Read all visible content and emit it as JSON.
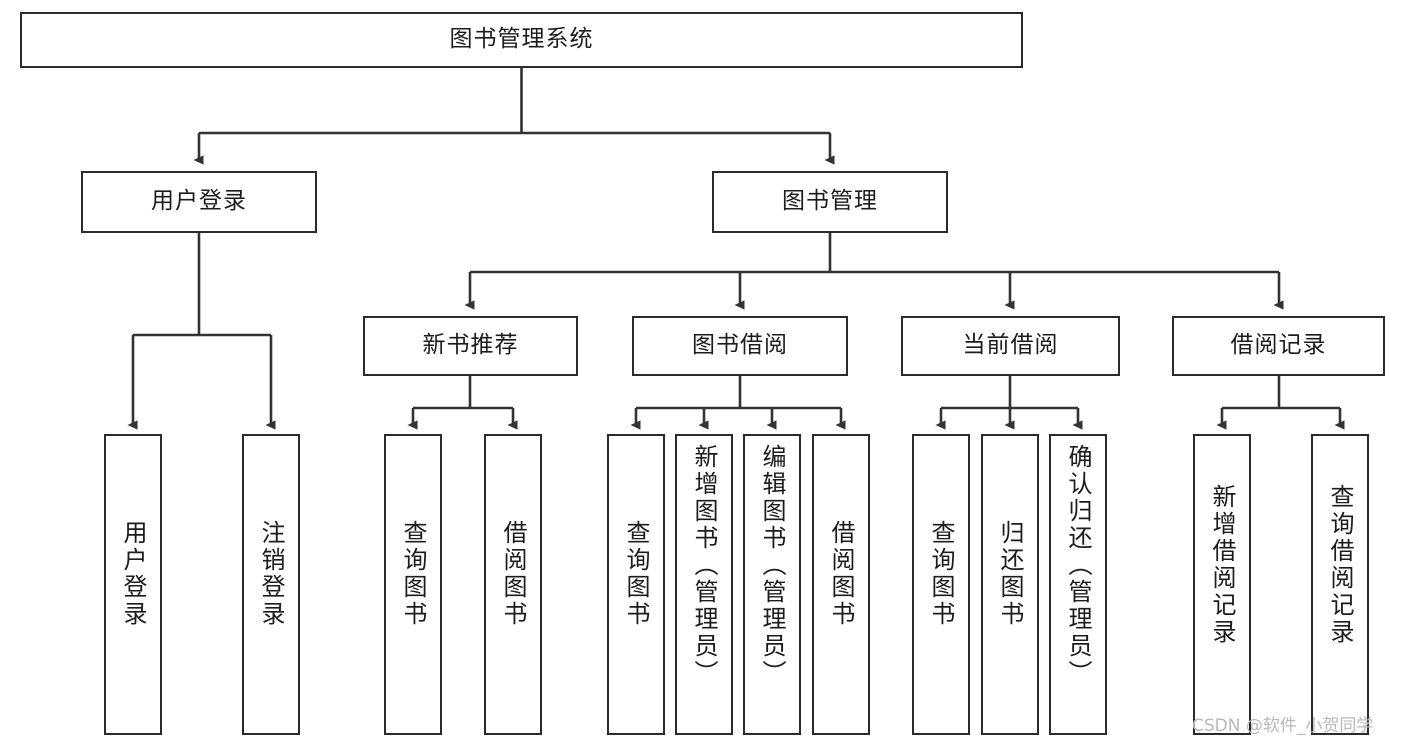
{
  "diagram": {
    "title": "图书管理系统",
    "type": "tree",
    "orientation": "top-down",
    "colors": {
      "box_border": "#2b2b2b",
      "box_fill": "#ffffff",
      "edge": "#333333",
      "text": "#1c1c1c",
      "watermark": "#b9b9b9",
      "background": "#ffffff"
    },
    "nodes": {
      "root": {
        "label": "图书管理系统",
        "level": 1
      },
      "level2": [
        {
          "id": "user-login",
          "label": "用户登录"
        },
        {
          "id": "book-manage",
          "label": "图书管理"
        }
      ],
      "level3": [
        {
          "id": "new-book-rec",
          "label": "新书推荐",
          "parent": "book-manage"
        },
        {
          "id": "book-borrow",
          "label": "图书借阅",
          "parent": "book-manage"
        },
        {
          "id": "current-borrow",
          "label": "当前借阅",
          "parent": "book-manage"
        },
        {
          "id": "borrow-record",
          "label": "借阅记录",
          "parent": "book-manage"
        }
      ],
      "leaves": [
        {
          "id": "leaf-user-login",
          "label": "用户登录",
          "parent": "user-login"
        },
        {
          "id": "leaf-logout",
          "label": "注销登录",
          "parent": "user-login"
        },
        {
          "id": "leaf-query-book-1",
          "label": "查询图书",
          "parent": "new-book-rec"
        },
        {
          "id": "leaf-borrow-book-1",
          "label": "借阅图书",
          "parent": "new-book-rec"
        },
        {
          "id": "leaf-query-book-2",
          "label": "查询图书",
          "parent": "book-borrow"
        },
        {
          "id": "leaf-add-book",
          "label": "新增图书（管理员）",
          "parent": "book-borrow"
        },
        {
          "id": "leaf-edit-book",
          "label": "编辑图书（管理员）",
          "parent": "book-borrow"
        },
        {
          "id": "leaf-borrow-book-2",
          "label": "借阅图书",
          "parent": "book-borrow"
        },
        {
          "id": "leaf-query-book-3",
          "label": "查询图书",
          "parent": "current-borrow"
        },
        {
          "id": "leaf-return-book",
          "label": "归还图书",
          "parent": "current-borrow"
        },
        {
          "id": "leaf-confirm-return",
          "label": "确认归还（管理员）",
          "parent": "current-borrow"
        },
        {
          "id": "leaf-add-record",
          "label": "新增借阅记录",
          "parent": "borrow-record"
        },
        {
          "id": "leaf-query-record",
          "label": "查询借阅记录",
          "parent": "borrow-record"
        }
      ]
    }
  },
  "watermark": {
    "text": "CSDN @软件_小贺同学"
  }
}
